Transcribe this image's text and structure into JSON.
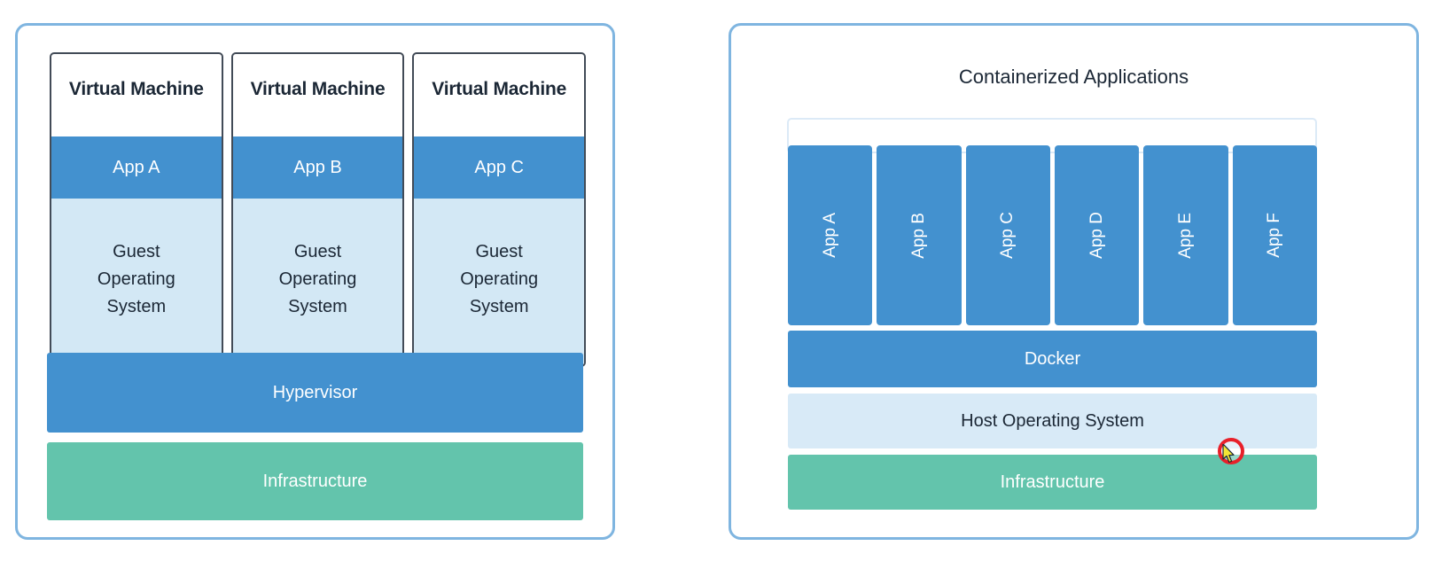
{
  "left_panel": {
    "name": "virtual-machine-architecture",
    "vms": [
      {
        "title": "Virtual Machine",
        "app": "App A",
        "guest_os": "Guest\nOperating\nSystem"
      },
      {
        "title": "Virtual Machine",
        "app": "App B",
        "guest_os": "Guest\nOperating\nSystem"
      },
      {
        "title": "Virtual Machine",
        "app": "App C",
        "guest_os": "Guest\nOperating\nSystem"
      }
    ],
    "hypervisor_label": "Hypervisor",
    "infrastructure_label": "Infrastructure"
  },
  "right_panel": {
    "name": "container-architecture",
    "title": "Containerized Applications",
    "apps": [
      "App A",
      "App B",
      "App C",
      "App D",
      "App E",
      "App F"
    ],
    "docker_label": "Docker",
    "host_os_label": "Host Operating System",
    "infrastructure_label": "Infrastructure"
  },
  "colors": {
    "panel_border": "#7fb5e0",
    "accent_blue": "#4391cf",
    "pale_blue": "#d3e8f5",
    "green": "#63c4ac",
    "outline_pale": "#dceaf7",
    "text_dark": "#1b2735",
    "click_marker": "#e8202a"
  },
  "cursor": {
    "icon": "mouse-pointer-icon",
    "click_indicator": "click-ring-marker"
  }
}
